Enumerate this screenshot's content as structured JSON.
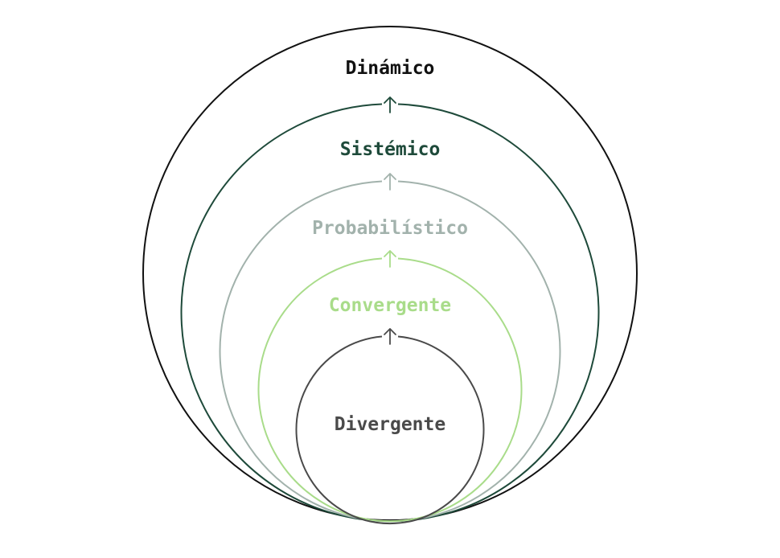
{
  "diagram": {
    "layers": [
      {
        "id": "dinamico",
        "label": "Dinámico",
        "color": "#111111",
        "text_color": "#111111"
      },
      {
        "id": "sistemico",
        "label": "Sistémico",
        "color": "#1e4a3a",
        "text_color": "#1e4a3a"
      },
      {
        "id": "probabilistico",
        "label": "Probabilístico",
        "color": "#a2b2ac",
        "text_color": "#a2b2ac"
      },
      {
        "id": "convergente",
        "label": "Convergente",
        "color": "#a9dc8a",
        "text_color": "#a9dc8a"
      },
      {
        "id": "divergente",
        "label": "Divergente",
        "color": "#4a4a4a",
        "text_color": "#4a4a4a"
      }
    ]
  }
}
